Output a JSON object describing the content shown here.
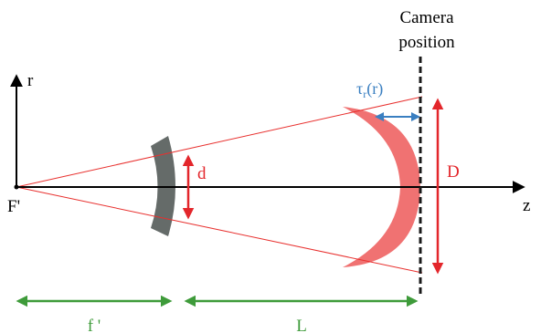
{
  "labels": {
    "camera_line1": "Camera",
    "camera_line2": "position",
    "r_axis": "r",
    "z_axis": "z",
    "focal_point": "F'",
    "lens_aperture": "d",
    "mirror_diameter": "D",
    "tau_main": "τ",
    "tau_sub": "r",
    "tau_arg": "(r)",
    "focal_length": "f '",
    "distance": "L"
  },
  "colors": {
    "axis": "#000000",
    "ray": "#e8302e",
    "lens": "#656b69",
    "mirror": "#f07272",
    "dimension_red": "#e3262b",
    "dimension_green": "#3e9b3a",
    "dimension_blue": "#3a7fc1",
    "label_red": "#e3262b",
    "label_green": "#3e9b3a",
    "label_blue": "#3a7fc1",
    "camera_line": "#1a1a1a"
  }
}
